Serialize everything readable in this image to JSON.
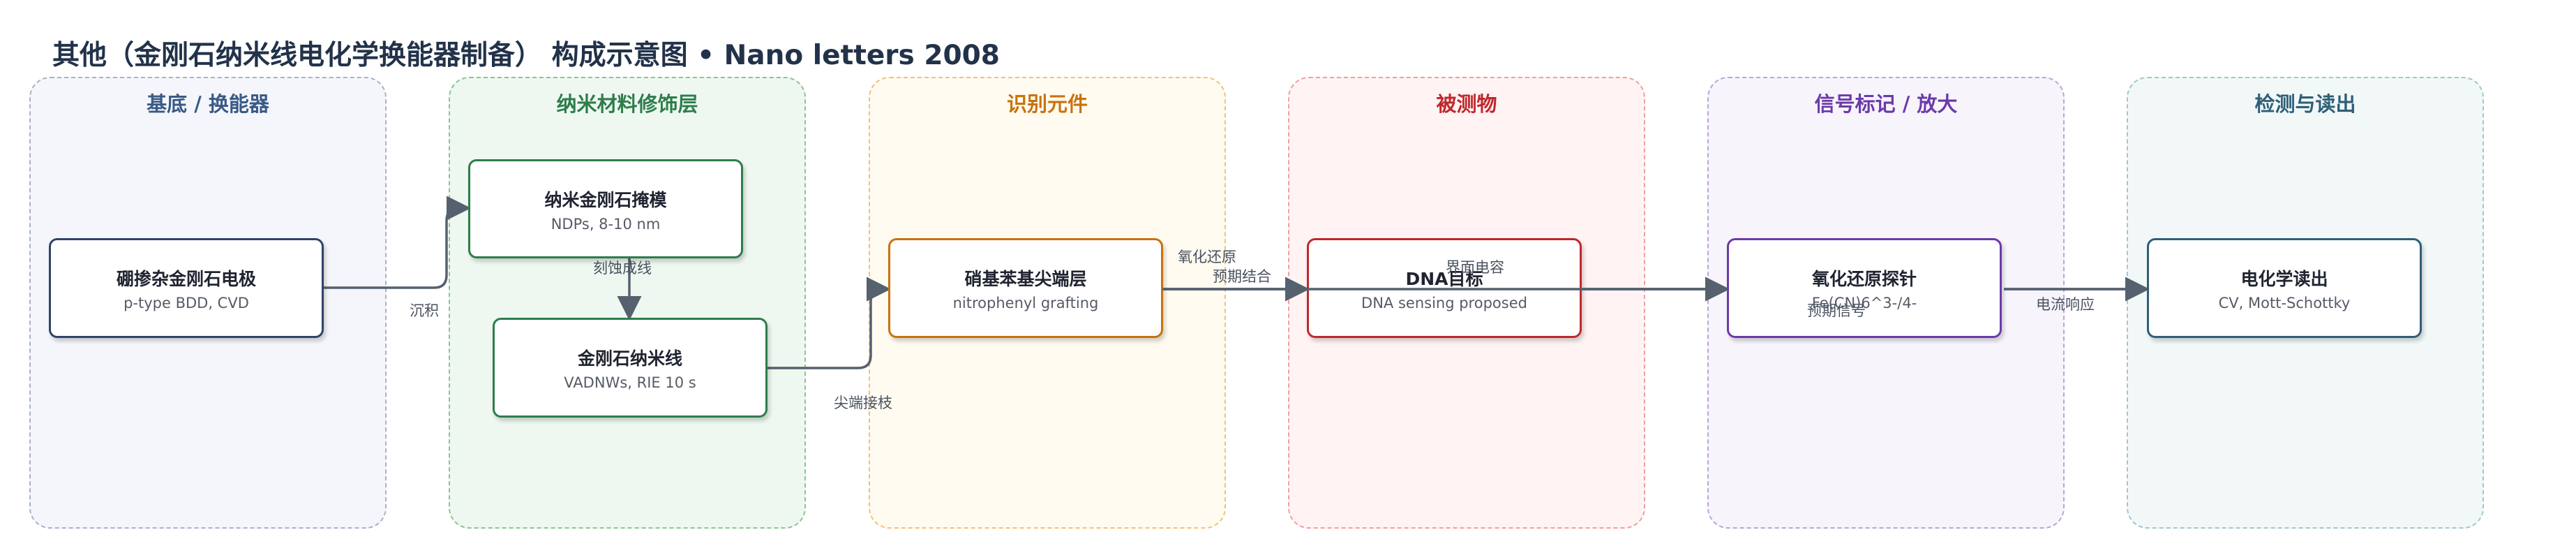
{
  "title": "其他（金刚石纳米线电化学换能器制备） 构成示意图 • Nano letters 2008",
  "colors": {
    "edge": "#56616f",
    "lane_border": {
      "substrate": "#a9b2c9",
      "nano": "#8cc49a",
      "recognition": "#f0c27a",
      "analyte": "#f0a0a0",
      "signal": "#b9a6d6",
      "readout": "#a8c4cc"
    },
    "lane_fill": {
      "substrate": "#f5f6fb",
      "nano": "#eef8f0",
      "recognition": "#fffbf0",
      "analyte": "#fff3f3",
      "signal": "#f7f4fc",
      "readout": "#f2f8f8"
    },
    "node_border": {
      "substrate": "#2e4468",
      "nano": "#2e7d4b",
      "recognition": "#c8730f",
      "analyte": "#c0282c",
      "signal": "#6c3aa8",
      "readout": "#2f5f78"
    }
  },
  "lanes": {
    "substrate": "基底 / 换能器",
    "nano": "纳米材料修饰层",
    "recognition": "识别元件",
    "analyte": "被测物",
    "signal": "信号标记 / 放大",
    "readout": "检测与读出"
  },
  "nodes": {
    "bdd": {
      "title": "硼掺杂金刚石电极",
      "sub": "p-type BDD, CVD"
    },
    "mask": {
      "title": "纳米金刚石掩模",
      "sub": "NDPs, 8-10 nm"
    },
    "wires": {
      "title": "金刚石纳米线",
      "sub": "VADNWs, RIE 10 s"
    },
    "nitro": {
      "title": "硝基苯基尖端层",
      "sub": "nitrophenyl grafting"
    },
    "dna": {
      "title": "DNA目标",
      "sub": "DNA sensing proposed"
    },
    "probe": {
      "title": "氧化还原探针",
      "sub": "Fe(CN)6^3-/4-"
    },
    "echem": {
      "title": "电化学读出",
      "sub": "CV, Mott-Schottky"
    }
  },
  "edges": {
    "deposit": "沉积",
    "etch": "刻蚀成线",
    "tip": "尖端接枝",
    "redox": "氧化还原",
    "binding": "预期结合",
    "interface": "界面电容",
    "expected": "预期信号",
    "current": "电流响应"
  }
}
